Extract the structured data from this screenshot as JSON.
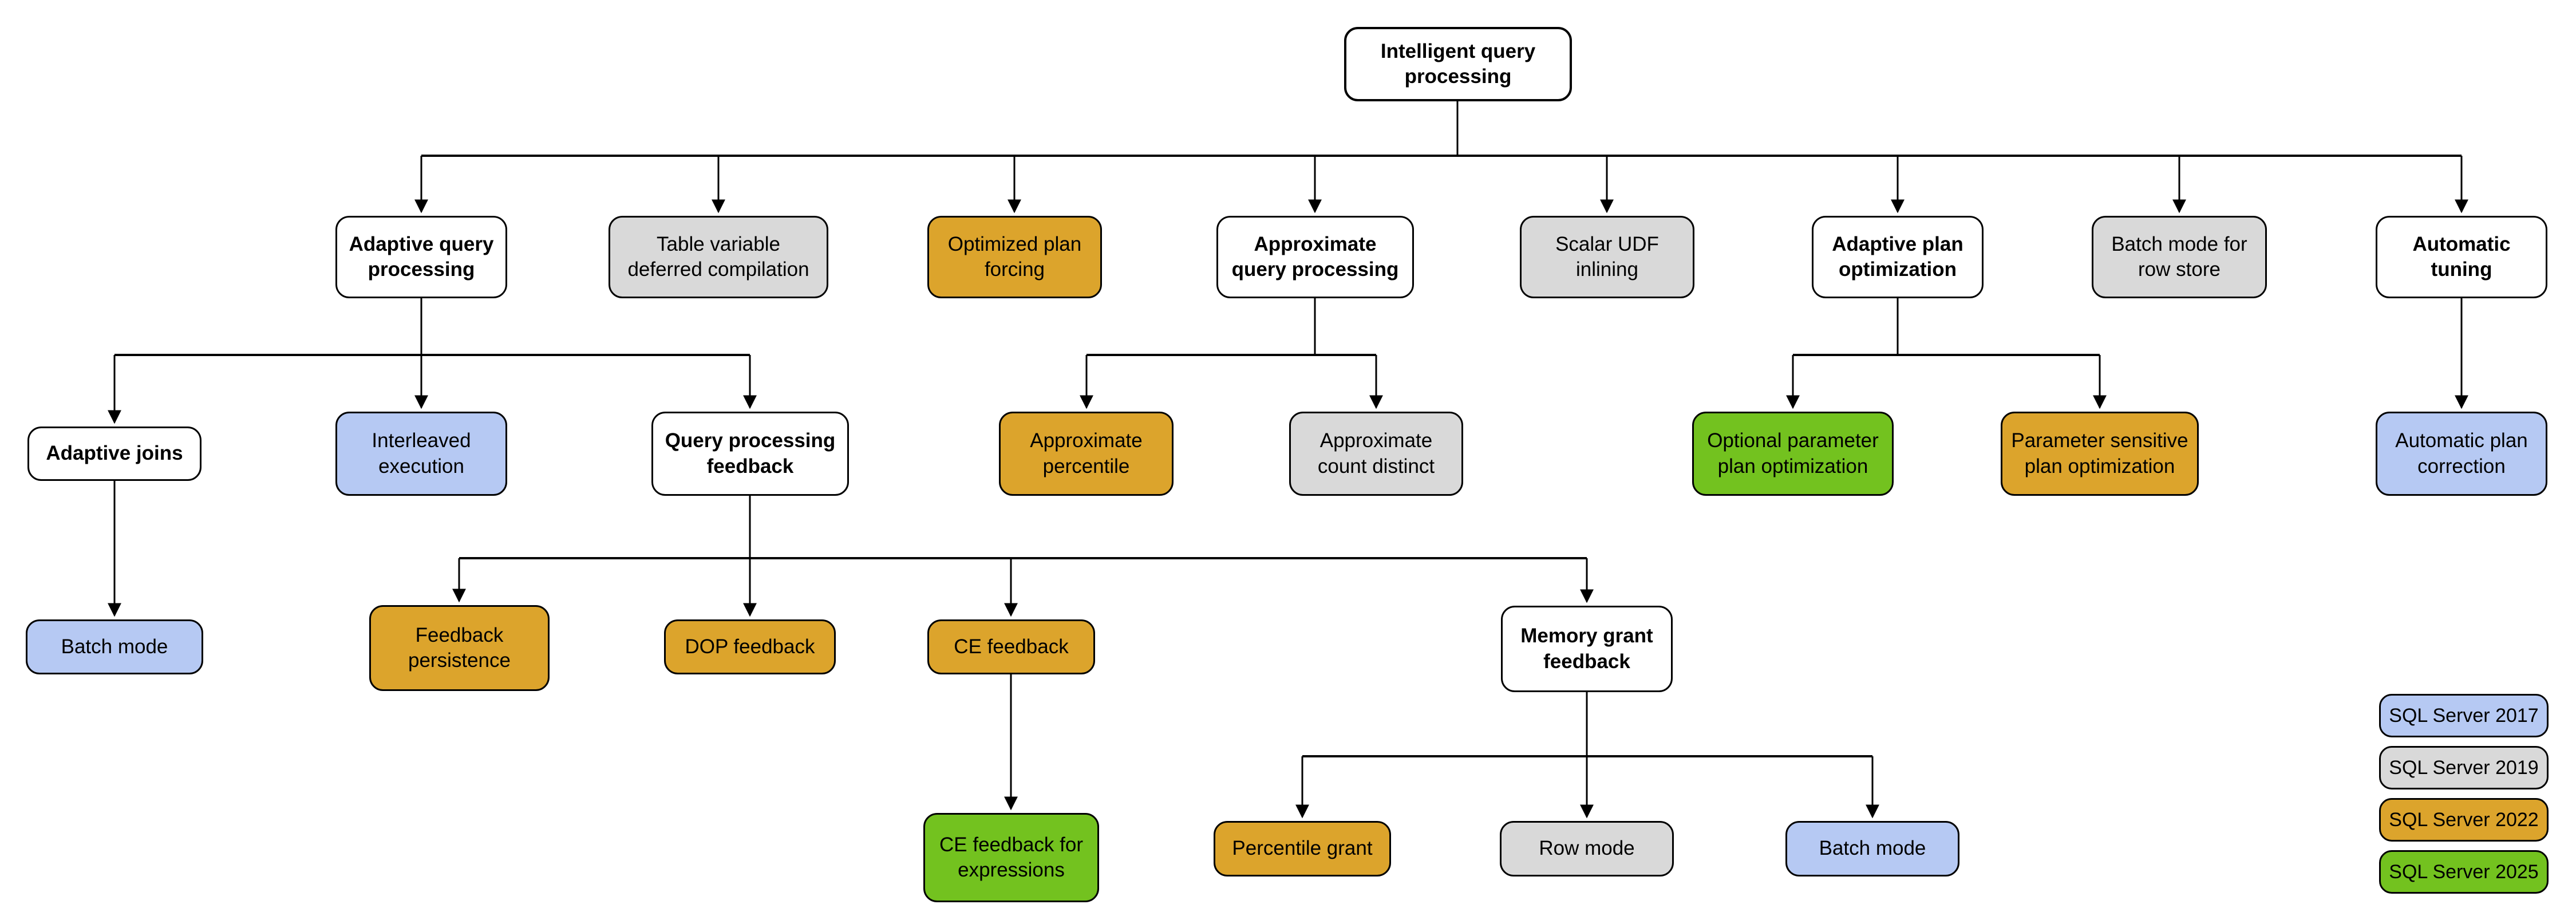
{
  "diagram": {
    "root_label": "Intelligent query\nprocessing"
  },
  "colors": {
    "sql_server_2017": "#B6C9F3",
    "sql_server_2019": "#D9D9D9",
    "sql_server_2022": "#DCA42C",
    "sql_server_2025": "#73C21F",
    "category_fill": "#FFFFFF",
    "line": "#000000"
  },
  "nodes": {
    "root": "Intelligent query\nprocessing",
    "adaptive_query_processing": "Adaptive query\nprocessing",
    "table_variable_deferred_compilation": "Table variable\ndeferred compilation",
    "optimized_plan_forcing": "Optimized plan\nforcing",
    "approximate_query_processing": "Approximate\nquery processing",
    "scalar_udf_inlining": "Scalar UDF\ninlining",
    "adaptive_plan_optimization": "Adaptive plan\noptimization",
    "batch_mode_for_row_store": "Batch mode for\nrow store",
    "automatic_tuning": "Automatic\ntuning",
    "adaptive_joins": "Adaptive joins",
    "interleaved_execution": "Interleaved\nexecution",
    "query_processing_feedback": "Query processing\nfeedback",
    "approximate_percentile": "Approximate\npercentile",
    "approximate_count_distinct": "Approximate\ncount distinct",
    "optional_parameter_plan_optimization": "Optional parameter\nplan optimization",
    "parameter_sensitive_plan_optimization": "Parameter sensitive\nplan optimization",
    "automatic_plan_correction": "Automatic plan\ncorrection",
    "batch_mode_under_adaptive_joins": "Batch mode",
    "feedback_persistence": "Feedback\npersistence",
    "dop_feedback": "DOP feedback",
    "ce_feedback": "CE feedback",
    "memory_grant_feedback": "Memory grant\nfeedback",
    "ce_feedback_for_expressions": "CE feedback for\nexpressions",
    "percentile_grant": "Percentile grant",
    "row_mode": "Row mode",
    "batch_mode_under_memory_grant": "Batch mode"
  },
  "legend": {
    "items": [
      {
        "label": "SQL Server 2017",
        "color": "#B6C9F3"
      },
      {
        "label": "SQL Server 2019",
        "color": "#D9D9D9"
      },
      {
        "label": "SQL Server 2022",
        "color": "#DCA42C"
      },
      {
        "label": "SQL Server 2025",
        "color": "#73C21F"
      }
    ]
  }
}
